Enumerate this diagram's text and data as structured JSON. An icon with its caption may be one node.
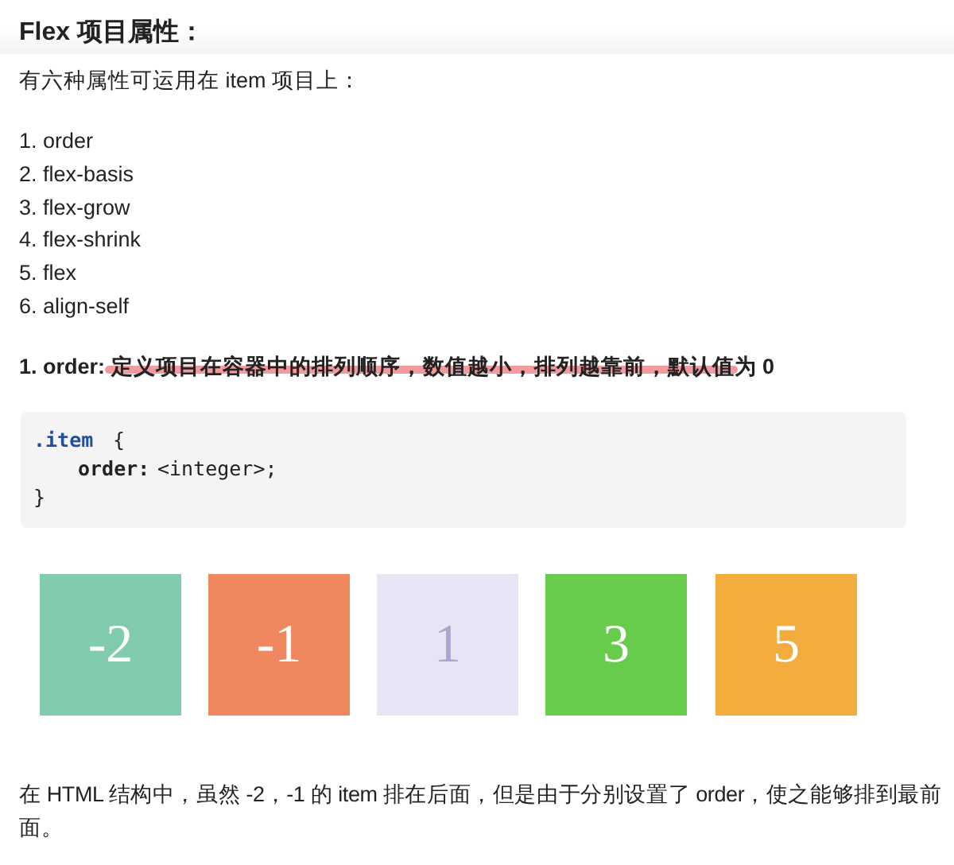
{
  "diagram": {
    "title": "Flex 项目属性：",
    "nodes": [
      {
        "text": [
          ".item",
          "{",
          "order:",
          "<integer>;",
          "}"
        ]
      },
      {
        "text": [
          "-2"
        ]
      },
      {
        "text": [
          "-1"
        ]
      },
      {
        "text": [
          "1"
        ]
      },
      {
        "text": [
          "3"
        ]
      },
      {
        "text": [
          "5"
        ]
      }
    ],
    "labels": [
      "有六种属性可运用在 item 项目上：",
      "1. order",
      "2. flex-basis",
      "3. flex-grow",
      "4. flex-shrink",
      "5. flex",
      "6. align-self",
      "1. order: 定义项目在容器中的排列顺序，数值越小，排列越靠前，默认值为 0",
      "在 HTML 结构中，虽然 -2，-1 的 item 排在后面，但是由于分别设置了 order，使之能够排到最前面。"
    ]
  }
}
